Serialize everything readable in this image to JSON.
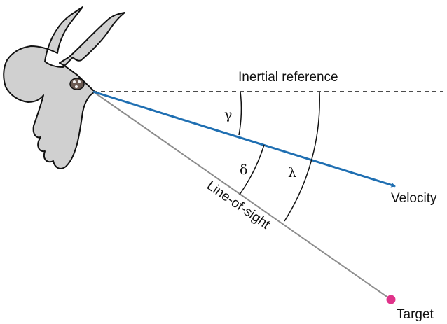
{
  "diagram": {
    "labels": {
      "inertial_reference": "Inertial reference",
      "velocity": "Velocity",
      "line_of_sight": "Line-of-sight",
      "target": "Target"
    },
    "angles": {
      "gamma": "γ",
      "delta": "δ",
      "lambda": "λ"
    },
    "colors": {
      "velocity_vector": "#1f6fb2",
      "line_of_sight": "#8c8c8c",
      "target_dot": "#e0338a",
      "bird_fill": "#d0d0d0",
      "bird_outline": "#111111",
      "reference_line": "#111111",
      "arcs": "#111111"
    },
    "icons": {
      "bird": "bird-silhouette-icon",
      "eye": "bird-eye-icon",
      "target": "target-dot-icon"
    }
  }
}
